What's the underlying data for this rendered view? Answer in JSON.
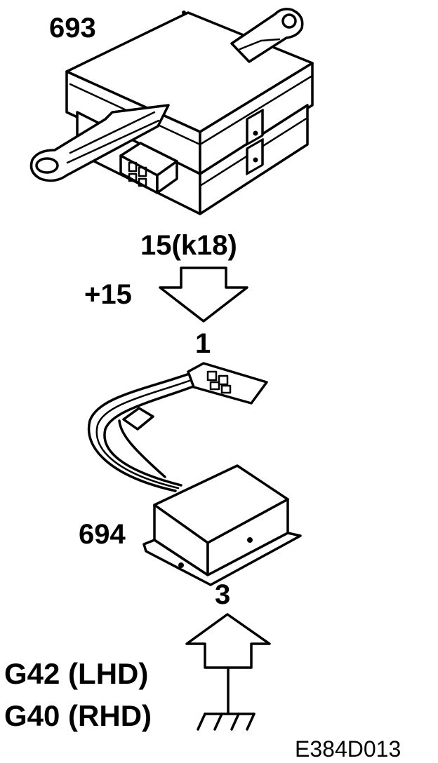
{
  "labels": {
    "module_693": "693",
    "signal_top": "15(k18)",
    "plus15": "+15",
    "pin_1": "1",
    "module_694": "694",
    "pin_3": "3",
    "ground_lhd": "G42 (LHD)",
    "ground_rhd": "G40 (RHD)",
    "figure_code": "E384D013"
  },
  "icons": {
    "arrow_down": "down-arrow-outline",
    "arrow_up": "up-arrow-outline",
    "ground": "chassis-ground-symbol"
  },
  "colors": {
    "ink": "#000000",
    "paper": "#ffffff"
  }
}
